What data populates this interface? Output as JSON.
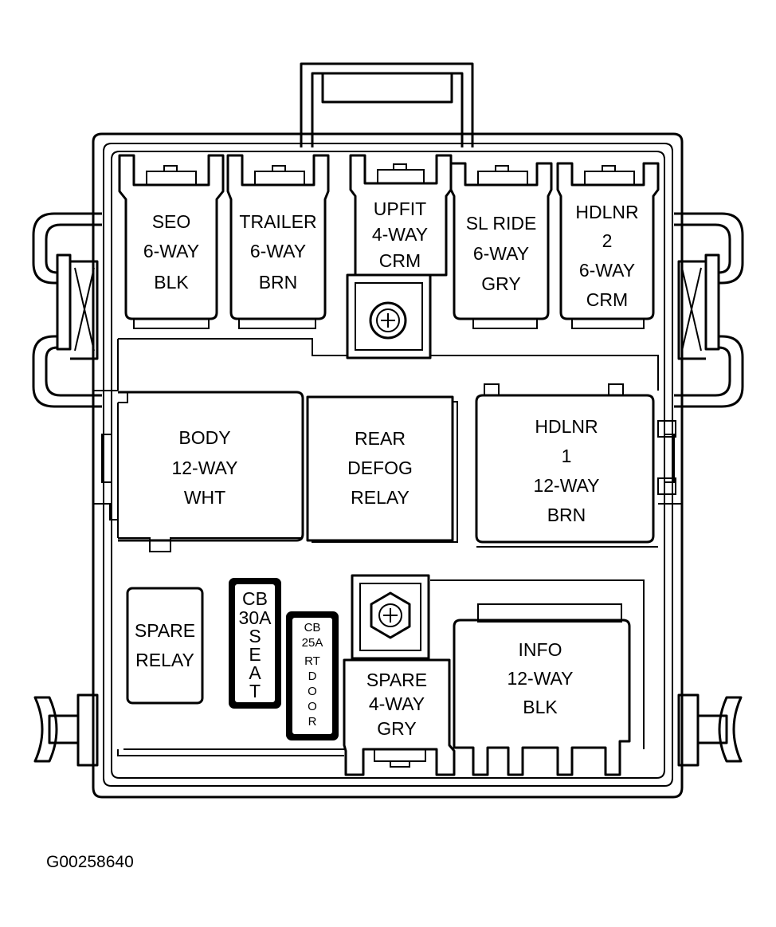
{
  "connectors": {
    "seo": [
      "SEO",
      "6-WAY",
      "BLK"
    ],
    "trailer": [
      "TRAILER",
      "6-WAY",
      "BRN"
    ],
    "upfit": [
      "UPFIT",
      "4-WAY",
      "CRM"
    ],
    "sl_ride": [
      "SL RIDE",
      "6-WAY",
      "GRY"
    ],
    "hdlnr2": [
      "HDLNR",
      "2",
      "6-WAY",
      "CRM"
    ],
    "body": [
      "BODY",
      "12-WAY",
      "WHT"
    ],
    "rear_defog": [
      "REAR",
      "DEFOG",
      "RELAY"
    ],
    "hdlnr1": [
      "HDLNR",
      "1",
      "12-WAY",
      "BRN"
    ],
    "spare_relay": [
      "SPARE",
      "RELAY"
    ],
    "spare4": [
      "SPARE",
      "4-WAY",
      "GRY"
    ],
    "info": [
      "INFO",
      "12-WAY",
      "BLK"
    ]
  },
  "breakers": {
    "cb30": [
      "CB",
      "30A",
      "S",
      "E",
      "A",
      "T"
    ],
    "cb25": [
      "CB",
      "25A",
      "RT",
      "D",
      "O",
      "O",
      "R"
    ]
  },
  "figure_id": "G00258640"
}
